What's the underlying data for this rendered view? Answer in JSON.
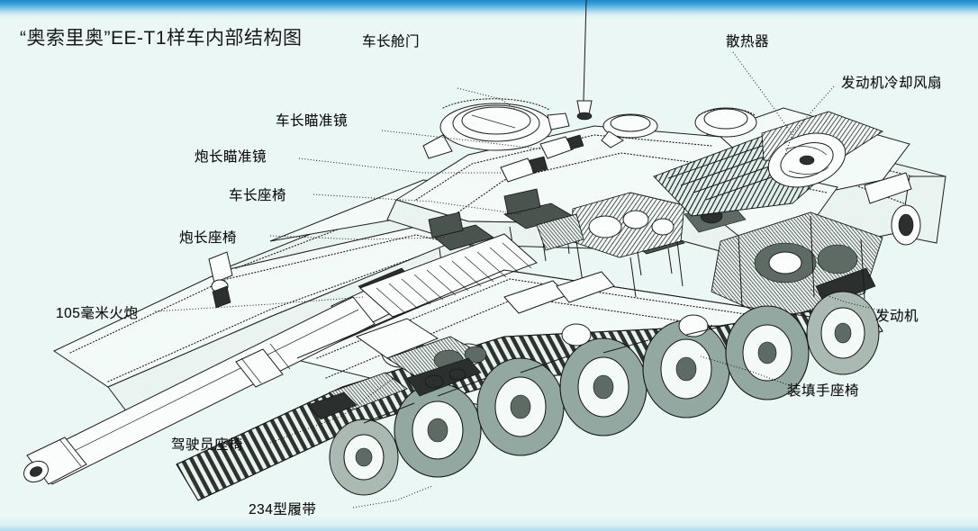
{
  "page": {
    "title": "“奥索里奥”EE-T1样车内部结构图",
    "background_color": "#eaf7f4",
    "accent_band_color": "#2f9ad6",
    "ink_color": "#1a1a1a"
  },
  "labels": [
    {
      "id": "commander-hatch",
      "text": "车长舱门"
    },
    {
      "id": "commander-sight",
      "text": "车长瞄准镜"
    },
    {
      "id": "gunner-sight",
      "text": "炮长瞄准镜"
    },
    {
      "id": "commander-seat",
      "text": "车长座椅"
    },
    {
      "id": "gunner-seat",
      "text": "炮长座椅"
    },
    {
      "id": "main-gun",
      "text": "105毫米火炮"
    },
    {
      "id": "driver-seat",
      "text": "驾驶员座椅"
    },
    {
      "id": "track",
      "text": "234型履带"
    },
    {
      "id": "radiator",
      "text": "散热器"
    },
    {
      "id": "engine-cooling-fan",
      "text": "发动机冷却风扇"
    },
    {
      "id": "engine",
      "text": "发动机"
    },
    {
      "id": "loader-seat",
      "text": "装填手座椅"
    }
  ],
  "diagram": {
    "subject": "EE-T1 Osorio main battle tank interior cutaway",
    "view": "three-quarter front-left isometric cutaway",
    "components": [
      "antenna",
      "turret",
      "commander cupola",
      "gun mantlet",
      "105mm gun barrel",
      "road wheels",
      "drive sprocket",
      "idler wheel",
      "track",
      "engine deck",
      "radiator grille"
    ]
  }
}
